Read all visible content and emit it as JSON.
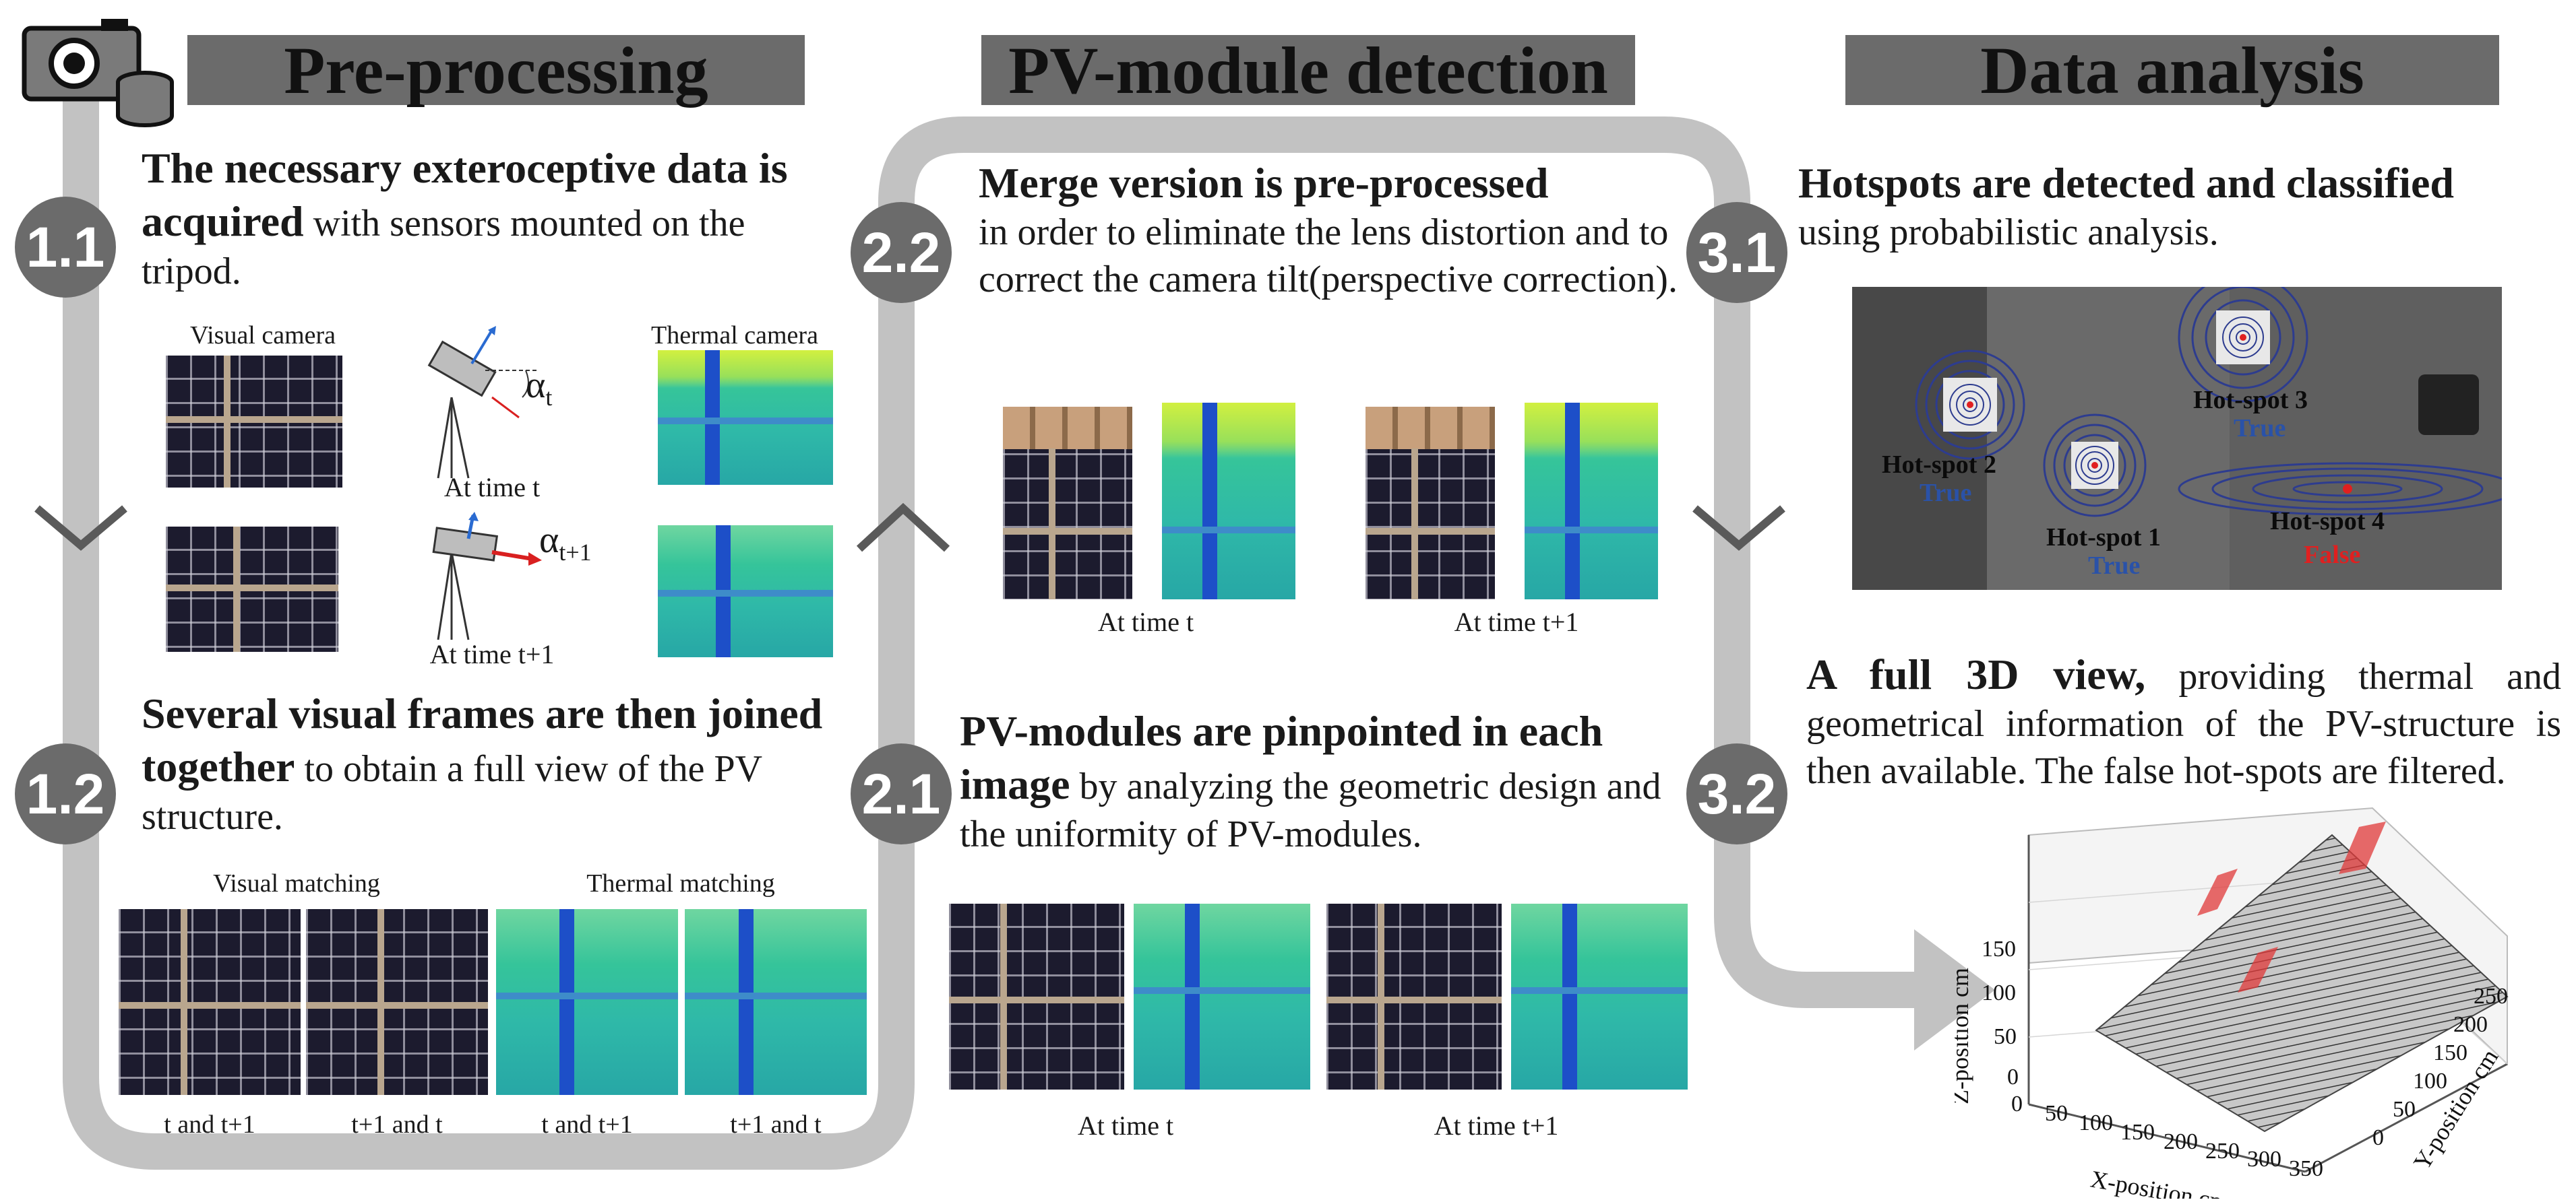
{
  "headers": {
    "preprocessing": "Pre-processing",
    "detection": "PV-module detection",
    "analysis": "Data analysis"
  },
  "badges": {
    "b11": "1.1",
    "b12": "1.2",
    "b21": "2.1",
    "b22": "2.2",
    "b31": "3.1",
    "b32": "3.2"
  },
  "step11": {
    "bold": "The necessary exteroceptive data is acquired",
    "rest": "with sensors mounted on the tripod.",
    "visual_camera": "Visual camera",
    "thermal_camera": "Thermal camera",
    "at_time_t": "At time t",
    "at_time_t1": "At time t+1",
    "alpha_t_sym": "α",
    "alpha_t_sub": "t",
    "alpha_t1_sym": "α",
    "alpha_t1_sub": "t+1"
  },
  "step12": {
    "bold": "Several visual frames are then joined together",
    "rest": "to obtain a full view of the PV structure.",
    "visual_matching": "Visual matching",
    "thermal_matching": "Thermal matching",
    "captions": [
      "t and t+1",
      "t+1 and t",
      "t and t+1",
      "t+1 and t"
    ]
  },
  "step22": {
    "bold": "Merge version is pre-processed",
    "rest": "in order to eliminate the lens  distortion and to correct the camera tilt(perspective correction).",
    "cap_t": "At time t",
    "cap_t1": "At time t+1"
  },
  "step21": {
    "bold": "PV-modules are pinpointed in each image",
    "rest": "by analyzing the geometric design and the uniformity of PV-modules.",
    "cap_t": "At time t",
    "cap_t1": "At time t+1"
  },
  "step31": {
    "bold": "Hotspots are detected and classified",
    "rest": "using probabilistic analysis.",
    "hotspots": [
      {
        "label": "Hot-spot 2",
        "status": "True"
      },
      {
        "label": "Hot-spot 3",
        "status": "True"
      },
      {
        "label": "Hot-spot 1",
        "status": "True"
      },
      {
        "label": "Hot-spot 4",
        "status": "False"
      }
    ]
  },
  "step32": {
    "bold": "A full 3D view,",
    "rest": "providing thermal and geometrical information of the PV-structure is then available. The false hot-spots are filtered."
  },
  "plot3d": {
    "xlabel": "X-position cm",
    "ylabel": "Y-position cm",
    "zlabel": "Z-position cm",
    "xticks": [
      "0",
      "50",
      "100",
      "150",
      "200",
      "250",
      "300",
      "350"
    ],
    "yticks": [
      "0",
      "50",
      "100",
      "150",
      "200",
      "250"
    ],
    "zticks": [
      "0",
      "50",
      "100",
      "150"
    ]
  },
  "colors": {
    "panel_gray": "#6b6b6b",
    "flow_gray": "#c2c2c2",
    "true_blue": "#2a52a8",
    "false_red": "#e02020"
  }
}
